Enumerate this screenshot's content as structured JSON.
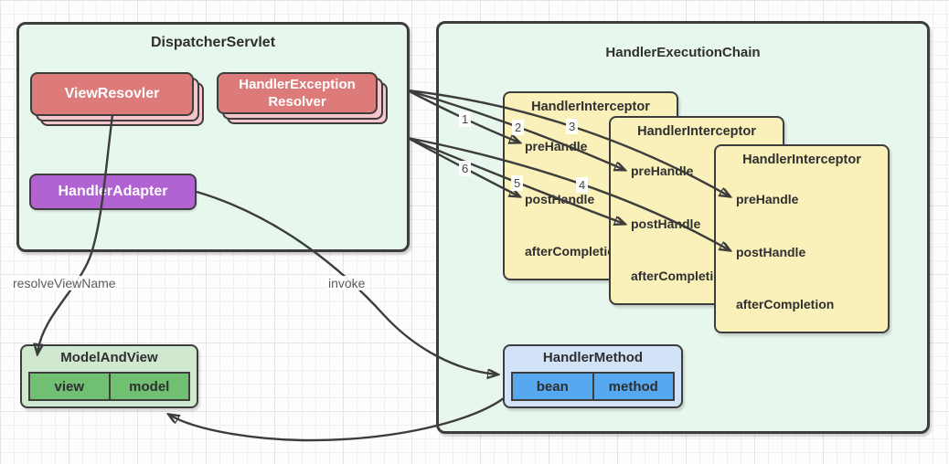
{
  "dispatcher_servlet": {
    "title": "DispatcherServlet"
  },
  "handler_execution_chain": {
    "title": "HandlerExecutionChain"
  },
  "view_resolver": {
    "label": "ViewResovler"
  },
  "handler_exception_resolver": {
    "line1": "HandlerException",
    "line2": "Resolver"
  },
  "handler_adapter": {
    "label": "HandlerAdapter"
  },
  "interceptors": [
    {
      "title": "HandlerInterceptor",
      "pre": "preHandle",
      "post": "postHandle",
      "after": "afterCompletion"
    },
    {
      "title": "HandlerInterceptor",
      "pre": "preHandle",
      "post": "postHandle",
      "after": "afterCompletion"
    },
    {
      "title": "HandlerInterceptor",
      "pre": "preHandle",
      "post": "postHandle",
      "after": "afterCompletion"
    }
  ],
  "handler_method": {
    "title": "HandlerMethod",
    "cell1": "bean",
    "cell2": "method"
  },
  "model_and_view": {
    "title": "ModelAndView",
    "cell1": "view",
    "cell2": "model"
  },
  "edge_labels": {
    "resolve_view_name": "resolveViewName",
    "invoke": "invoke"
  },
  "sequence": {
    "n1": "1",
    "n2": "2",
    "n3": "3",
    "n4": "4",
    "n5": "5",
    "n6": "6"
  },
  "colors": {
    "container_fill": "#e8f7ed",
    "border": "#3d3d3d",
    "interceptor_fill": "#f9f0ba",
    "resolver_fill": "#dd7a7a",
    "resolver_stack_fill": "#f5c6cb",
    "adapter_fill": "#b263d2",
    "model_and_view_fill": "#cfe8cf",
    "model_and_view_cell_fill": "#70bf73",
    "handler_method_fill": "#d2e3f8",
    "handler_method_cell_fill": "#56a8f0",
    "edge_color": "#3c3c3c"
  }
}
